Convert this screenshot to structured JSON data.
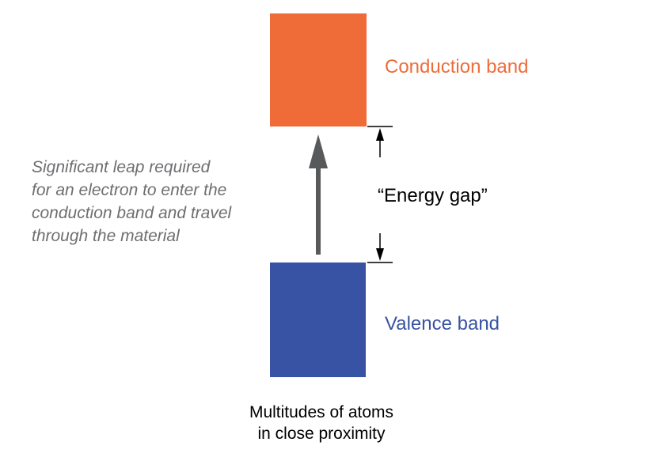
{
  "colors": {
    "conduction": "#ef6c39",
    "valence": "#3953a4",
    "arrow": "#58595b",
    "note": "#6d6e71",
    "text": "#000000"
  },
  "bands": {
    "conduction_label": "Conduction band",
    "valence_label": "Valence band"
  },
  "gap": {
    "label": "“Energy gap”"
  },
  "note": {
    "lines": [
      "Significant leap required",
      "for an electron to enter the",
      "conduction band and travel",
      "through the material"
    ]
  },
  "caption": {
    "lines": [
      "Multitudes of atoms",
      "in close proximity"
    ]
  }
}
